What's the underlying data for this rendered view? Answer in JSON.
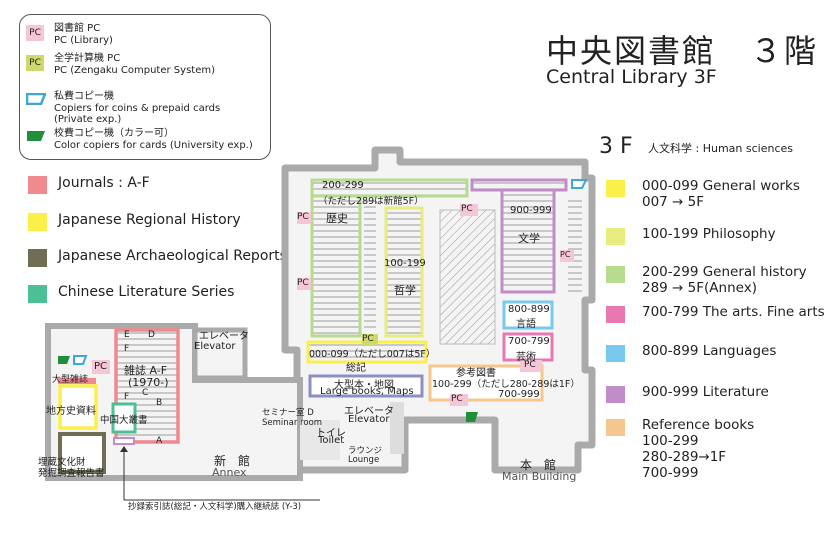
{
  "title": {
    "jp": "中央図書館　３階",
    "en": "Central Library 3F"
  },
  "legend_box": {
    "items": [
      {
        "icon": "pc-library-icon",
        "badge": "PC",
        "line1": "図書館 PC",
        "line2": "PC (Library)",
        "color": "#f5c6d6"
      },
      {
        "icon": "pc-zengaku-icon",
        "badge": "PC",
        "line1": "全学計算機 PC",
        "line2": "PC (Zengaku Computer System)",
        "color": "#cfd86a"
      },
      {
        "icon": "copier-private-icon",
        "line1": "私費コピー機",
        "line2": "Copiers for coins & prepaid cards",
        "line3": "(Private exp.)",
        "color": "#3fa6d8"
      },
      {
        "icon": "copier-color-icon",
        "line1": "校費コピー機（カラー可）",
        "line2": "Color copiers for cards (University exp.)",
        "color": "#1f8f3a"
      }
    ]
  },
  "collections": [
    {
      "label": "Journals : A-F",
      "color": "#f08a8f"
    },
    {
      "label": "Japanese Regional History",
      "color": "#fbef4a"
    },
    {
      "label": "Japanese Archaeological Reports",
      "color": "#6f6e55"
    },
    {
      "label": "Chinese Literature Series",
      "color": "#4cbf94"
    }
  ],
  "floor_3f": {
    "label": "3 F",
    "subtitle": "人文科学 : Human sciences"
  },
  "classifications": [
    {
      "line1": "000-099 General works",
      "line2": "007 → 5F",
      "color": "#fbef4a"
    },
    {
      "line1": "100-199 Philosophy",
      "line2": "",
      "color": "#e6ec80"
    },
    {
      "line1": "200-299 General history",
      "line2": "289 → 5F(Annex)",
      "color": "#b7dc8e"
    },
    {
      "line1": "700-799 The arts. Fine arts",
      "line2": "",
      "color": "#e878b2"
    },
    {
      "line1": "800-899 Languages",
      "line2": "",
      "color": "#79c9ef"
    },
    {
      "line1": "900-999 Literature",
      "line2": "",
      "color": "#c28ccb"
    },
    {
      "line1": "Reference books",
      "line2": "100-299",
      "line3": "280-289→1F",
      "line4": "700-999",
      "color": "#f6c68c"
    }
  ],
  "map_labels": {
    "r200_299": "200-299",
    "r200_note": "（ただし289は新館5F）",
    "rekishi": "歴史",
    "r100_199": "100-199",
    "tetsugaku": "哲学",
    "r900_999": "900-999",
    "bungaku": "文学",
    "r800_899": "800-899",
    "gengo": "言語",
    "r700_799": "700-799",
    "geijutsu": "芸術",
    "r000_099": "000-099（ただし007は5F）",
    "souki": "総記",
    "sanko": "参考図書",
    "sanko_range": "100-299（ただし280-289は1F）",
    "sanko_700": "700-999",
    "large_jp": "大型本・地図",
    "large_en": "Large books, Maps",
    "elev1_jp": "エレベータ",
    "elev1_en": "Elevator",
    "elev2_jp": "エレベータ",
    "elev2_en": "Elevator",
    "seminar_jp": "セミナー室 D",
    "seminar_en": "Seminar room",
    "toilet_jp": "トイレ",
    "toilet_en": "Toilet",
    "lounge_jp": "ラウンジ",
    "lounge_en": "Lounge",
    "main_jp": "本　館",
    "main_en": "Main Building",
    "annex_jp": "新　館",
    "annex_en": "Annex",
    "zasshi": "雑誌 A-F",
    "zasshi_year": "(1970-)",
    "ohgata_zasshi": "大型雑誌",
    "chihoshi": "地方史資料",
    "chugoku": "中国大叢書",
    "maizo_1": "埋蔵文化財",
    "maizo_2": "発掘調査報告書",
    "shoroku": "抄録索引誌(総記・人文科学)購入継続誌 (Y-3)",
    "jr_e": "E",
    "jr_d": "D",
    "jr_f1": "F",
    "jr_c": "C",
    "jr_f2": "F",
    "jr_b": "B",
    "jr_a": "A",
    "pc": "PC"
  }
}
